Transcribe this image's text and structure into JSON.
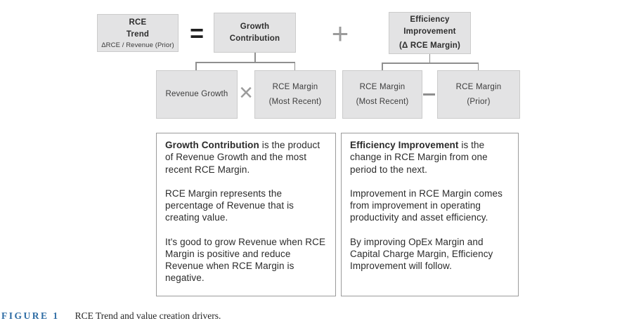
{
  "diagram": {
    "formula_row": {
      "rce_trend": {
        "line1": "RCE",
        "line2": "Trend",
        "subtitle": "ΔRCE / Revenue (Prior)"
      },
      "equals": "=",
      "growth_contribution": {
        "line1": "Growth",
        "line2": "Contribution"
      },
      "plus": "+",
      "efficiency_improvement": {
        "line1": "Efficiency",
        "line2": "Improvement",
        "line3": "(Δ RCE Margin)"
      }
    },
    "operand_row": {
      "revenue_growth": "Revenue Growth",
      "times": "×",
      "rce_margin_recent_left": {
        "line1": "RCE Margin",
        "line2": "(Most Recent)"
      },
      "rce_margin_recent_right": {
        "line1": "RCE Margin",
        "line2": "(Most Recent)"
      },
      "rce_margin_prior": {
        "line1": "RCE Margin",
        "line2": "(Prior)"
      }
    }
  },
  "notes": {
    "growth": {
      "p1_lead": "Growth Contribution",
      "p1_rest": " is the product of Revenue Growth and the most recent RCE Margin.",
      "p2": "RCE Margin represents the percentage of Revenue that is creating value.",
      "p3": "It's good to grow Revenue when RCE Margin is positive and reduce Revenue when RCE Margin is negative."
    },
    "efficiency": {
      "p1_lead": "Efficiency Improvement",
      "p1_rest": " is the change in RCE Margin from one period to the next.",
      "p2": "Improvement in RCE Margin comes from improvement in operating productivity and asset efficiency.",
      "p3": "By improving OpEx Margin and Capital Charge Margin, Efficiency Improvement will follow."
    }
  },
  "caption": {
    "label": "FIGURE 1",
    "text": "RCE Trend and value creation drivers."
  },
  "colors": {
    "box_fill": "#e3e3e4",
    "box_border": "#cbcbcb",
    "connector": "#8f8f8f",
    "operator_gray": "#9b9b9b",
    "equals_dark": "#1f1f1f",
    "note_border": "#9b9b9b",
    "caption_label_blue": "#2e6ca4",
    "text_dark": "#2b2b2b"
  }
}
